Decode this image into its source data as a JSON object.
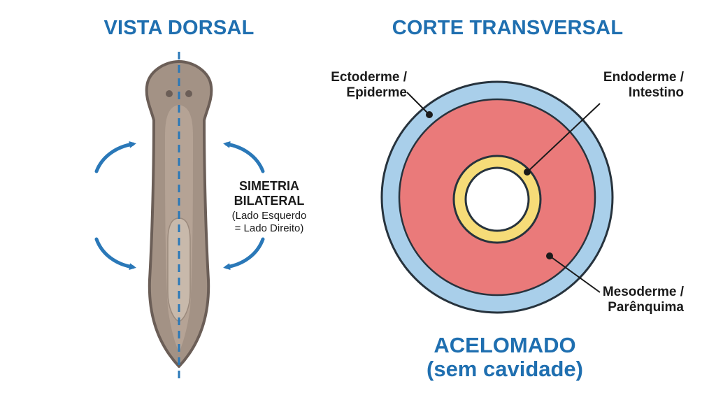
{
  "titles": {
    "left": "VISTA DORSAL",
    "right": "CORTE TRANSVERSAL"
  },
  "symmetry": {
    "title": [
      "SIMETRIA",
      "BILATERAL"
    ],
    "note": [
      "(Lado Esquerdo",
      "= Lado Direito)"
    ]
  },
  "labels": {
    "ectoderm": [
      "Ectoderme /",
      "Epiderme"
    ],
    "endoderm": [
      "Endoderme /",
      "Intestino"
    ],
    "mesoderm": [
      "Mesoderme /",
      "Parênquima"
    ]
  },
  "caption": [
    "ACELOMADO",
    "(sem cavidade)"
  ],
  "colors": {
    "title_blue": "#1f6fb0",
    "worm_outline": "#6b5e57",
    "worm_body": "#a39285",
    "worm_center": "#bcab9c",
    "ectoderm": "#a9cfea",
    "mesoderm": "#ea7a7a",
    "endoderm": "#f6dc78",
    "arrow_blue": "#2a78b8"
  },
  "icons": [
    "curved-arrow-icon"
  ]
}
